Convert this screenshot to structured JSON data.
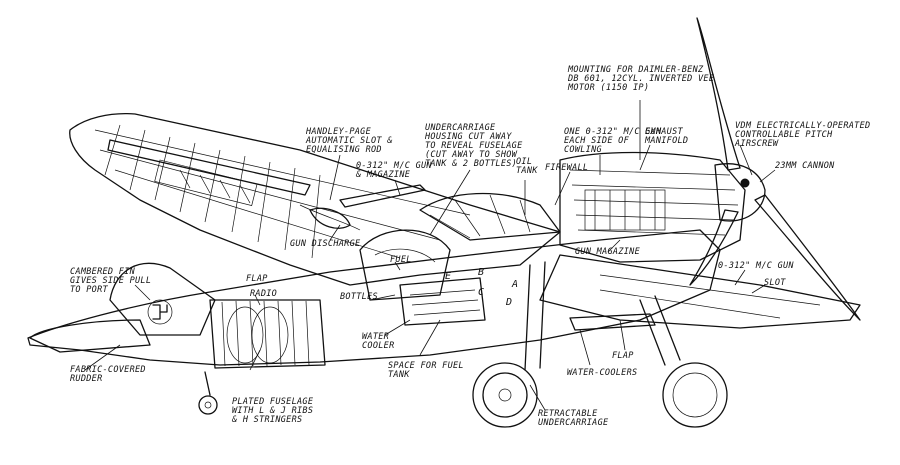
{
  "labels": {
    "engine_mount": [
      "MOUNTING FOR DAIMLER-BENZ",
      "DB 601, 12CYL. INVERTED VEE",
      "MOTOR (1150 IP)"
    ],
    "airscrew": [
      "VDM ELECTRICALLY-OPERATED",
      "CONTROLLABLE PITCH",
      "AIRSCREW"
    ],
    "cannon": [
      "23MM CANNON"
    ],
    "undercarriage_housing": [
      "UNDERCARRIAGE",
      "HOUSING CUT AWAY",
      "TO REVEAL FUSELAGE",
      "(CUT AWAY TO SHOW",
      "TANK & 2 BOTTLES)"
    ],
    "handley_page": [
      "HANDLEY-PAGE",
      "AUTOMATIC SLOT &",
      "EQUALISING ROD"
    ],
    "wing_gun": [
      "0-312\" M/C GUN",
      "& MAGAZINE"
    ],
    "cowling_guns": [
      "ONE 0-312\" M/C GUN",
      "EACH SIDE OF",
      "COWLING"
    ],
    "exhaust": [
      "EXHAUST",
      "MANIFOLD"
    ],
    "oil_tank": [
      "OIL",
      "TANK"
    ],
    "firewall": [
      "FIREWALL"
    ],
    "gun_discharge": [
      "GUN DISCHARGE"
    ],
    "gun_magazine": [
      "GUN MAGAZINE"
    ],
    "fin": [
      "CAMBERED FIN",
      "GIVES SIDE PULL",
      "TO PORT"
    ],
    "flap_left": [
      "FLAP"
    ],
    "radio": [
      "RADIO"
    ],
    "bottles": [
      "BOTTLES"
    ],
    "fuel": [
      "FUEL"
    ],
    "wing_gun_right": [
      "0-312\" M/C GUN"
    ],
    "slot": [
      "SLOT"
    ],
    "water_cooler": [
      "WATER",
      "COOLER"
    ],
    "fuel_tank_space": [
      "SPACE FOR FUEL",
      "TANK"
    ],
    "flap_right": [
      "FLAP"
    ],
    "water_coolers": [
      "WATER-COOLERS"
    ],
    "rudder": [
      "FABRIC-COVERED",
      "RUDDER"
    ],
    "fuselage": [
      "PLATED FUSELAGE",
      "WITH L & J RIBS",
      "& H STRINGERS"
    ],
    "undercarriage": [
      "RETRACTABLE",
      "UNDERCARRIAGE"
    ],
    "letter_a": "A",
    "letter_b": "B",
    "letter_c": "C",
    "letter_d": "D",
    "letter_e": "E"
  }
}
